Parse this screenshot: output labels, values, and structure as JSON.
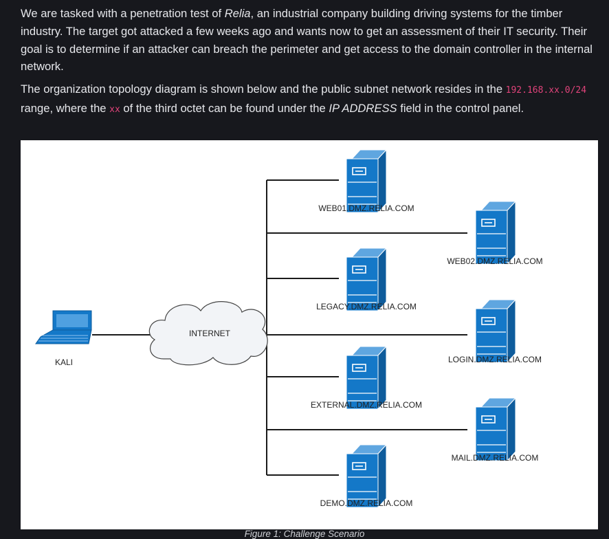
{
  "intro": {
    "p1": "We are tasked with a penetration test of ",
    "p1_em": "Relia",
    "p1_rest": ", an industrial company building driving systems for the timber industry. The target got attacked a few weeks ago and wants now to get an assessment of their IT security. Their goal is to determine if an attacker can breach the perimeter and get access to the domain controller in the internal network.",
    "p2_a": "The organization topology diagram is shown below and the public subnet network resides in the ",
    "p2_code": "192.168.xx.0/24",
    "p2_b": " range, where the ",
    "p2_code2": "xx",
    "p2_c": " of the third octet can be found under the ",
    "p2_em": "IP ADDRESS",
    "p2_d": " field in the control panel."
  },
  "diagram": {
    "kali_label": "KALI",
    "internet_label": "INTERNET",
    "left_servers": [
      "WEB01.DMZ.RELIA.COM",
      "LEGACY.DMZ.RELIA.COM",
      "EXTERNAL.DMZ.RELIA.COM",
      "DEMO.DMZ.RELIA.COM"
    ],
    "right_servers": [
      "WEB02.DMZ.RELIA.COM",
      "LOGIN.DMZ.RELIA.COM",
      "MAIL.DMZ.RELIA.COM"
    ],
    "server_color": "#1478c8",
    "line_color": "#1a1a1a"
  },
  "caption": "Figure 1: Challenge Scenario"
}
